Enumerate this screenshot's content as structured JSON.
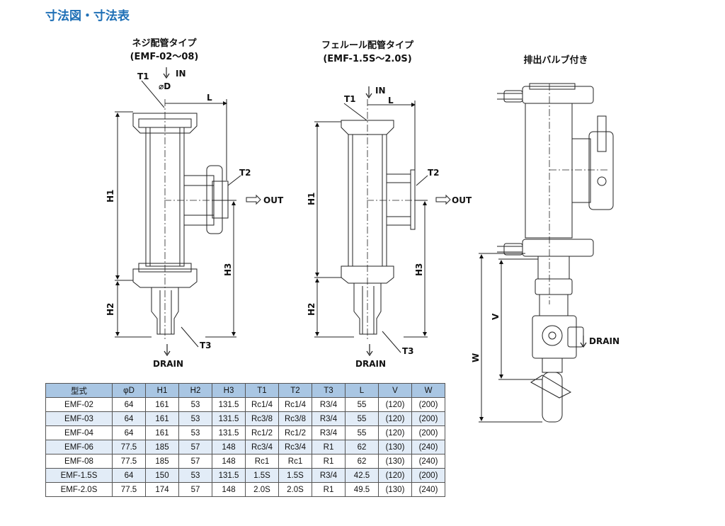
{
  "page": {
    "section_title": "寸法図・寸法表"
  },
  "diagrams": {
    "screw": {
      "title": "ネジ配管タイプ",
      "subtitle": "(EMF-02～08)",
      "labels": {
        "t1": "T1",
        "in": "IN",
        "d": "⌀D",
        "l": "L",
        "t2": "T2",
        "out": "OUT",
        "h1": "H1",
        "h3": "H3",
        "h2": "H2",
        "t3": "T3",
        "drain": "DRAIN"
      }
    },
    "ferrule": {
      "title": "フェルール配管タイプ",
      "subtitle": "(EMF-1.5S～2.0S)",
      "labels": {
        "t1": "T1",
        "in": "IN",
        "l": "L",
        "t2": "T2",
        "out": "OUT",
        "h1": "H1",
        "h3": "H3",
        "h2": "H2",
        "t3": "T3",
        "drain": "DRAIN"
      }
    },
    "valve": {
      "title": "排出バルブ付き",
      "labels": {
        "v": "V",
        "w": "W",
        "drain": "DRAIN"
      }
    }
  },
  "table": {
    "headers": [
      "型式",
      "φD",
      "H1",
      "H2",
      "H3",
      "T1",
      "T2",
      "T3",
      "L",
      "V",
      "W"
    ],
    "rows": [
      [
        "EMF-02",
        "64",
        "161",
        "53",
        "131.5",
        "Rc1/4",
        "Rc1/4",
        "R3/4",
        "55",
        "(120)",
        "(200)"
      ],
      [
        "EMF-03",
        "64",
        "161",
        "53",
        "131.5",
        "Rc3/8",
        "Rc3/8",
        "R3/4",
        "55",
        "(120)",
        "(200)"
      ],
      [
        "EMF-04",
        "64",
        "161",
        "53",
        "131.5",
        "Rc1/2",
        "Rc1/2",
        "R3/4",
        "55",
        "(120)",
        "(200)"
      ],
      [
        "EMF-06",
        "77.5",
        "185",
        "57",
        "148",
        "Rc3/4",
        "Rc3/4",
        "R1",
        "62",
        "(130)",
        "(240)"
      ],
      [
        "EMF-08",
        "77.5",
        "185",
        "57",
        "148",
        "Rc1",
        "Rc1",
        "R1",
        "62",
        "(130)",
        "(240)"
      ],
      [
        "EMF-1.5S",
        "64",
        "150",
        "53",
        "131.5",
        "1.5S",
        "1.5S",
        "R3/4",
        "42.5",
        "(120)",
        "(200)"
      ],
      [
        "EMF-2.0S",
        "77.5",
        "174",
        "57",
        "148",
        "2.0S",
        "2.0S",
        "R1",
        "49.5",
        "(130)",
        "(240)"
      ]
    ]
  }
}
